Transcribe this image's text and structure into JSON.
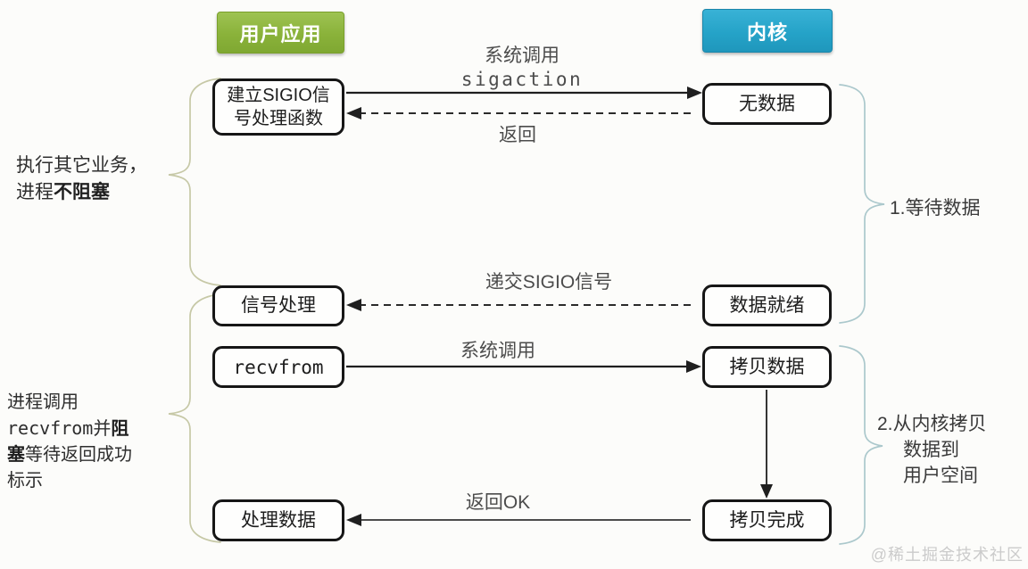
{
  "diagram_title": "signal-driven-io-flow",
  "colors": {
    "user_app_header": "#8ab23a",
    "kernel_header": "#25a3c8",
    "box_border": "#161616",
    "left_brace": "#c6c8a6",
    "right_brace": "#abc8cc",
    "background": "#fcfcfa"
  },
  "headers": {
    "user_app": {
      "label": "用户应用"
    },
    "kernel": {
      "label": "内核"
    }
  },
  "user_column": {
    "setup_sigio_line1": "建立SIGIO信",
    "setup_sigio_line2": "号处理函数",
    "signal_handle": "信号处理",
    "recvfrom": "recvfrom",
    "process_data": "处理数据"
  },
  "kernel_column": {
    "no_data": "无数据",
    "data_ready": "数据就绪",
    "copy_data": "拷贝数据",
    "copy_done": "拷贝完成"
  },
  "arrow_labels": {
    "syscall1_line1": "系统调用",
    "syscall1_line2": "sigaction",
    "return1": "返回",
    "deliver_sigio": "递交SIGIO信号",
    "syscall2": "系统调用",
    "return_ok": "返回OK"
  },
  "left_notes": {
    "note1": {
      "l1": "执行其它业务，",
      "l2_normal": "进程",
      "l2_bold": "不阻塞"
    },
    "note2": {
      "l1": "进程调用",
      "l2_code": "recvfrom",
      "l2_mid": "并",
      "l2_bold": "阻",
      "l3_bold": "塞",
      "l3_rest": "等待返回成功",
      "l4": "标示"
    }
  },
  "right_notes": {
    "note1": "1.等待数据",
    "note2": {
      "l1": "2.从内核拷贝",
      "l2": "数据到",
      "l3": "用户空间"
    }
  },
  "watermark": "@稀土掘金技术社区"
}
